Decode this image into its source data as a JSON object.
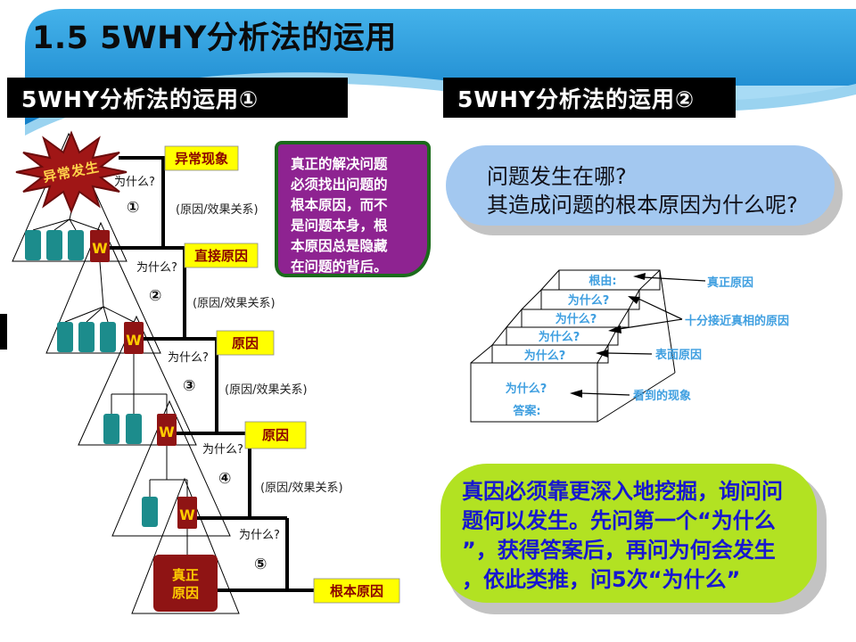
{
  "slide": {
    "title": "1.5 5WHY分析法的运用",
    "section1": "5WHY分析法的运用①",
    "section2": "5WHY分析法的运用②"
  },
  "cascade": {
    "starburst": "异常发生",
    "why": "为什么?",
    "w": "W",
    "relation": "(原因/效果关系)",
    "levels": [
      {
        "label": "异常现象",
        "num": "①"
      },
      {
        "label": "直接原因",
        "num": "②"
      },
      {
        "label": "原因",
        "num": "③"
      },
      {
        "label": "原因",
        "num": "④"
      },
      {
        "label": "根本原因",
        "num": "⑤"
      }
    ],
    "root_box": {
      "line1": "真正",
      "line2": "原因"
    }
  },
  "purple_note": {
    "lines": [
      "真正的解决问题",
      "必须找出问题的",
      "根本原因，而不",
      "是问题本身，根",
      "本原因总是隐藏",
      "在问题的背后。"
    ]
  },
  "blue_note": {
    "lines": [
      "问题发生在哪?",
      "其造成问题的根本原因为什么呢?"
    ]
  },
  "stack": {
    "faces": {
      "root": "根由:",
      "why": "为什么?",
      "answer": "答案:"
    },
    "callouts": {
      "true_cause": "真正原因",
      "near_truth": "十分接近真相的原因",
      "surface": "表面原因",
      "observed": "看到的现象"
    }
  },
  "green_note": {
    "lines": [
      "真因必须靠更深入地挖掘，询问问",
      "题何以发生。先问第一个“为什么",
      "”，获得答案后，再问为何会发生",
      "，依此类推，问5次“为什么”"
    ]
  },
  "colors": {
    "banner_blue_top": "#44B2EA",
    "banner_blue_bottom": "#0E7AC5",
    "section_black": "#000000",
    "teal_box": "#1C8C8C",
    "dark_red": "#8F1414",
    "label_yellow": "#FFFF00",
    "label_text_red": "#8B0000",
    "purple_fill": "#8E2391",
    "purple_border": "#1B6B1B",
    "note_blue": "#A3C8F0",
    "note_green": "#B2E222",
    "green_text_blue": "#1717CF",
    "stack_text_blue": "#3F9FE0"
  }
}
